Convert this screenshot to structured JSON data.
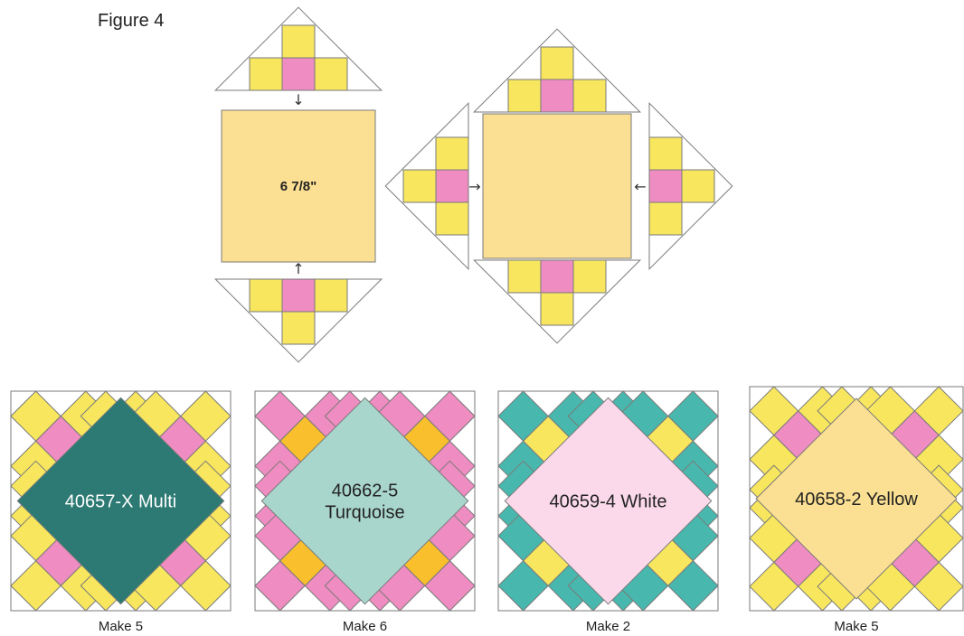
{
  "figure": {
    "title": "Figure 4",
    "center_size_label": "6 7/8\"",
    "arrow_glyphs": {
      "down": "↓",
      "up": "↑",
      "right": "→",
      "left": "←"
    }
  },
  "colors": {
    "yellow": "#f7e65e",
    "pink": "#ef8cc1",
    "orange": "#f9bf2c",
    "teal": "#48b8ae",
    "tan_center": "#fbdf92",
    "white": "#ffffff",
    "outline": "#7a7a7a"
  },
  "blocks": [
    {
      "label": "40657-X Multi",
      "make": "Make 5",
      "center_color": "#2c7a73",
      "label_color": "#ffffff",
      "corner_outer": "#f7e65e",
      "corner_inner": "#ef8cc1"
    },
    {
      "label": "40662-5\nTurquoise",
      "make": "Make 6",
      "center_color": "#a9d6cc",
      "label_color": "#222222",
      "corner_outer": "#ef8cc1",
      "corner_inner": "#f9bf2c"
    },
    {
      "label": "40659-4 White",
      "make": "Make 2",
      "center_color": "#fbd9ea",
      "label_color": "#222222",
      "corner_outer": "#48b8ae",
      "corner_inner": "#f7e65e"
    },
    {
      "label": "40658-2 Yellow",
      "make": "Make 5",
      "center_color": "#fbdf92",
      "label_color": "#222222",
      "corner_outer": "#f7e65e",
      "corner_inner": "#ef8cc1"
    }
  ]
}
